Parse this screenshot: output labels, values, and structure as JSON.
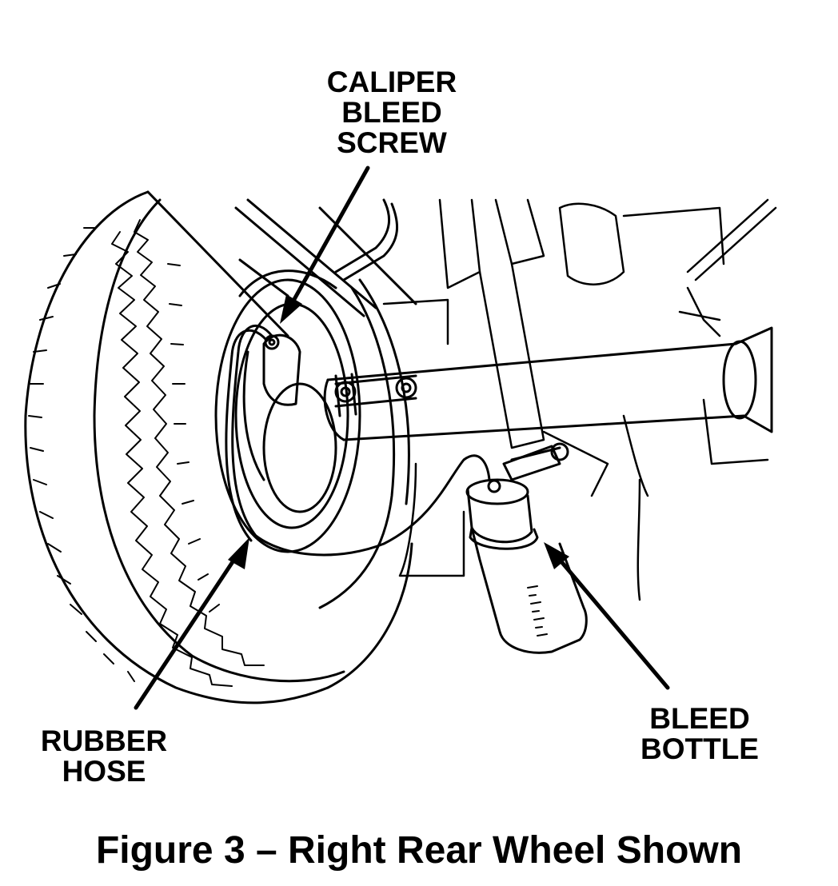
{
  "labels": {
    "caliper_bleed_screw": "CALIPER\nBLEED\nSCREW",
    "rubber_hose": "RUBBER\nHOSE",
    "bleed_bottle": "BLEED\nBOTTLE"
  },
  "caption": "Figure 3 – Right Rear Wheel Shown"
}
